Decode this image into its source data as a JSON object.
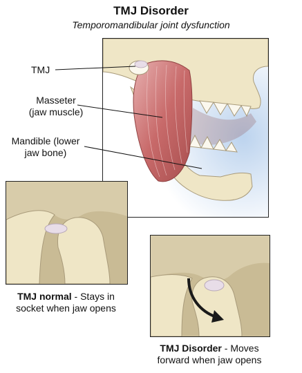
{
  "header": {
    "title": "TMJ Disorder",
    "subtitle": "Temporomandibular joint dysfunction"
  },
  "labels": {
    "tmj": "TMJ",
    "masseter_line1": "Masseter",
    "masseter_line2": "(jaw muscle)",
    "mandible_line1": "Mandible (lower",
    "mandible_line2": "jaw bone)"
  },
  "captions": {
    "normal_bold": "TMJ normal",
    "normal_rest": " - Stays in",
    "normal_line2": "socket when jaw opens",
    "disorder_bold": "TMJ Disorder",
    "disorder_rest": " - Moves",
    "disorder_line2": "forward when jaw opens"
  },
  "colors": {
    "muscle": "#c86a6a",
    "bone": "#efe6c6",
    "skin": "#f2ece0",
    "background_glow": "#bcd3ee",
    "disc": "#e8dde8",
    "arrow": "#1a1a1a"
  }
}
